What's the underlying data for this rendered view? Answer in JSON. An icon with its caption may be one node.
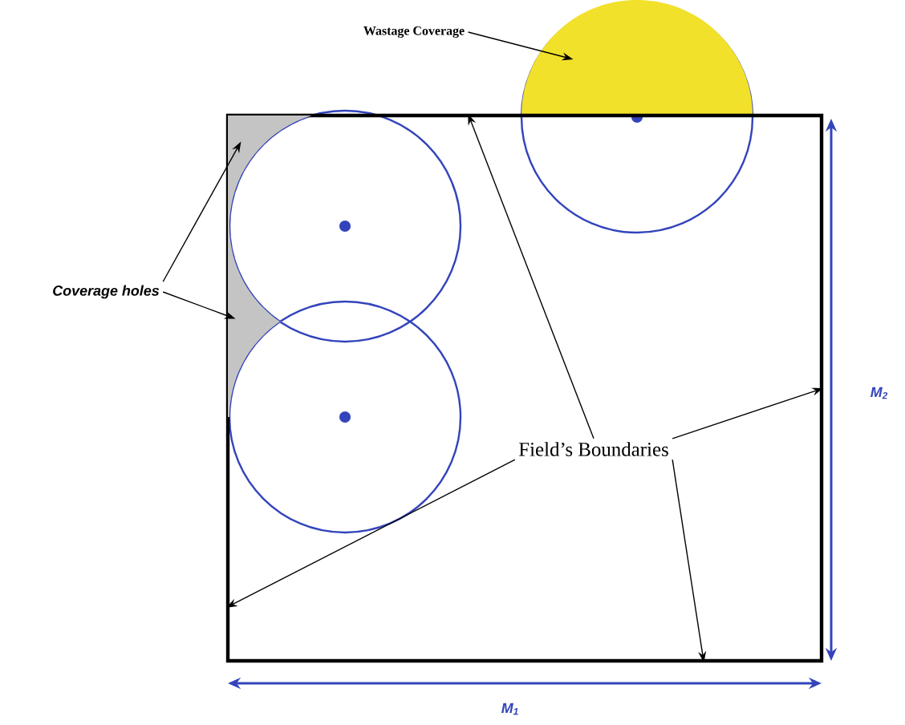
{
  "diagram": {
    "nodes": [
      {
        "text": [
          "Wastage Coverage"
        ]
      },
      {
        "text": [],
        "shape": "semicircle"
      },
      {
        "text": [],
        "shape": "box"
      },
      {
        "text": [],
        "shape": "region",
        "in": 2
      },
      {
        "text": [],
        "shape": "region",
        "in": 2
      },
      {
        "text": [
          "Coverage holes"
        ]
      },
      {
        "text": [
          "Field’s Boundaries"
        ],
        "in": 2
      }
    ],
    "edges": [
      {
        "from": 0,
        "to": 1,
        "arrow": "to"
      },
      {
        "from": 5,
        "to": 3,
        "arrow": "to"
      },
      {
        "from": 5,
        "to": 4,
        "arrow": "to"
      },
      {
        "from": 6,
        "to": 2,
        "arrow": "to"
      },
      {
        "from": 6,
        "to": 2,
        "arrow": "to"
      },
      {
        "from": 6,
        "to": 2,
        "arrow": "to"
      },
      {
        "from": 6,
        "to": 2,
        "arrow": "to"
      }
    ],
    "labels": [
      "M$_{1}$",
      "M$_{2}$"
    ]
  }
}
